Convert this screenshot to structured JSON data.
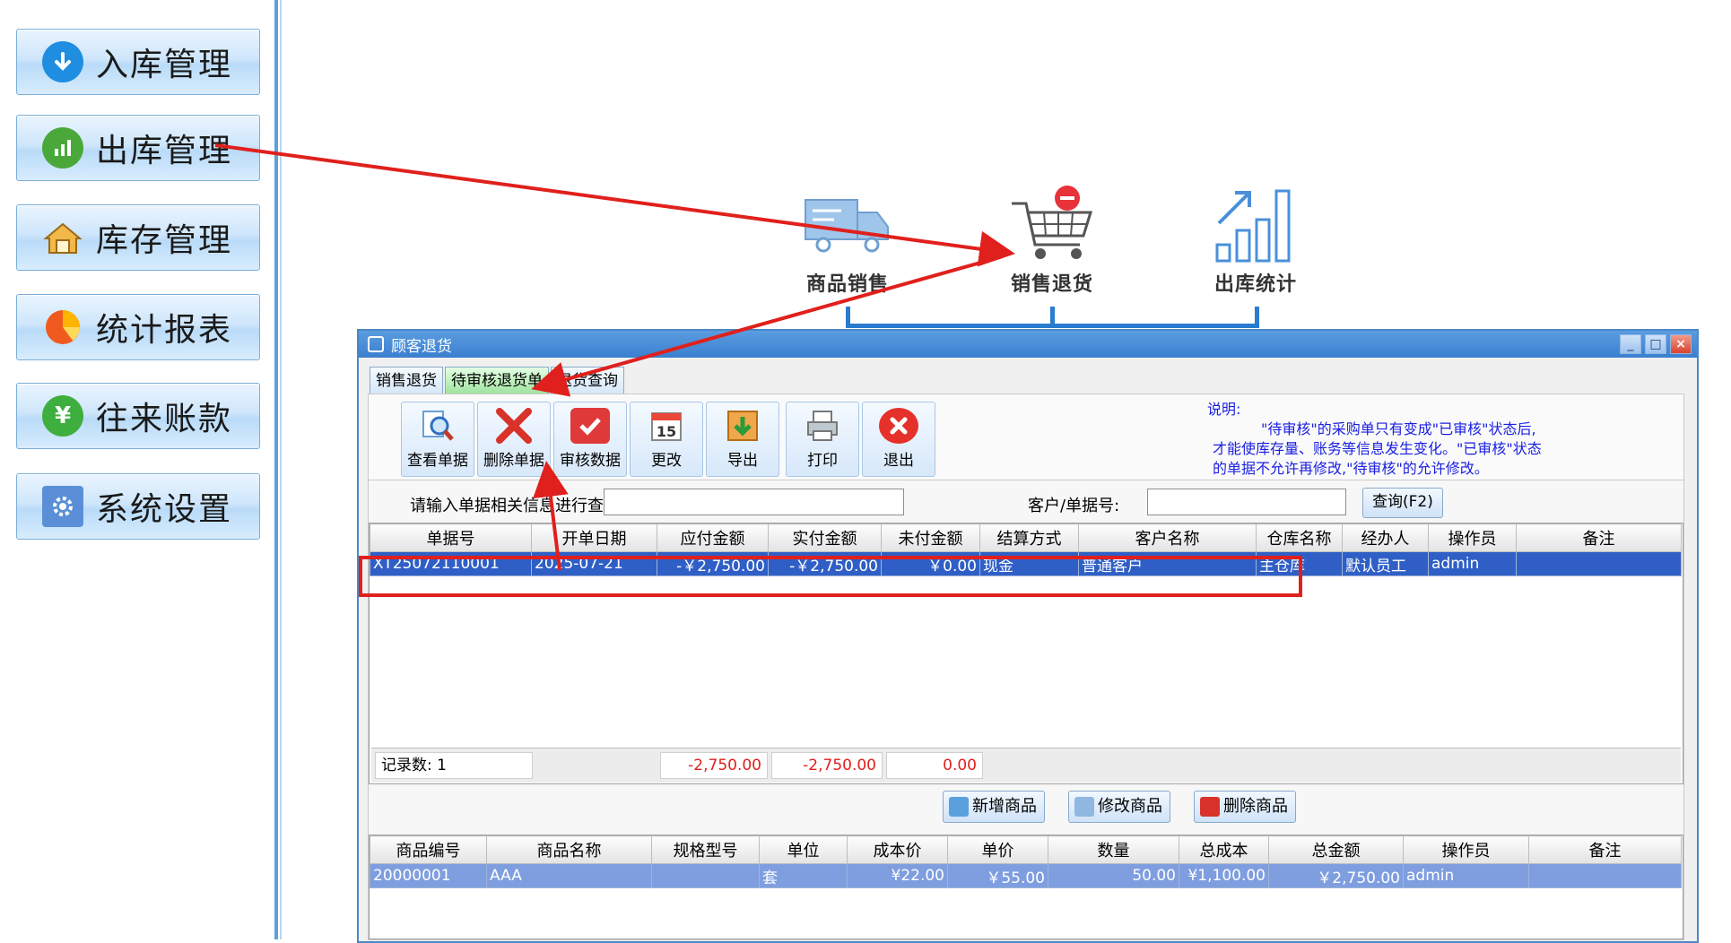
{
  "sidebar": {
    "items": [
      {
        "label": "入库管理",
        "icon": "arrow-down-icon",
        "color": "#1f8ee0"
      },
      {
        "label": "出库管理",
        "icon": "bar-chart-icon",
        "color": "#4aa83a"
      },
      {
        "label": "库存管理",
        "icon": "warehouse-icon",
        "color": "#e89a2a"
      },
      {
        "label": "统计报表",
        "icon": "pie-chart-icon",
        "color": "#f07a18"
      },
      {
        "label": "往来账款",
        "icon": "yen-icon",
        "color": "#3eae3e"
      },
      {
        "label": "系统设置",
        "icon": "gear-icon",
        "color": "#5a8fd8"
      }
    ]
  },
  "flow": {
    "items": [
      {
        "label": "商品销售",
        "icon": "truck-icon"
      },
      {
        "label": "销售退货",
        "icon": "cart-return-icon"
      },
      {
        "label": "出库统计",
        "icon": "stats-icon"
      }
    ]
  },
  "window": {
    "title": "顾客退货",
    "tabs": [
      "销售退货",
      "待审核退货单",
      "退货查询"
    ],
    "toolbar": [
      {
        "label": "查看单据",
        "icon": "magnifier-icon"
      },
      {
        "label": "删除单据",
        "icon": "delete-x-icon"
      },
      {
        "label": "审核数据",
        "icon": "check-icon"
      },
      {
        "label": "更改",
        "icon": "calendar-icon"
      },
      {
        "label": "导出",
        "icon": "export-icon"
      },
      {
        "label": "打印",
        "icon": "printer-icon"
      },
      {
        "label": "退出",
        "icon": "exit-icon"
      }
    ],
    "notes": {
      "title": "说明:",
      "line1": "\"待审核\"的采购单只有变成\"已审核\"状态后,",
      "line2": "才能使库存量、账务等信息发生变化。\"已审核\"状态",
      "line3": "的单据不允许再修改,\"待审核\"的允许修改。"
    },
    "search": {
      "label": "请输入单据相关信息进行查询:",
      "value": "",
      "customer_label": "客户/单据号:",
      "customer_value": "",
      "query_button": "查询(F2)"
    },
    "orders": {
      "columns": [
        "单据号",
        "开单日期",
        "应付金额",
        "实付金额",
        "未付金额",
        "结算方式",
        "客户名称",
        "仓库名称",
        "经办人",
        "操作员",
        "备注"
      ],
      "rows": [
        [
          "XT25072110001",
          "2025-07-21",
          "-￥2,750.00",
          "-￥2,750.00",
          "￥0.00",
          "现金",
          "普通客户",
          "主仓库",
          "默认员工",
          "admin",
          ""
        ]
      ],
      "summary": {
        "count_label": "记录数: 1",
        "payable": "-2,750.00",
        "paid": "-2,750.00",
        "unpaid": "0.00"
      }
    },
    "item_buttons": [
      "新增商品",
      "修改商品",
      "删除商品"
    ],
    "items": {
      "columns": [
        "商品编号",
        "商品名称",
        "规格型号",
        "单位",
        "成本价",
        "单价",
        "数量",
        "总成本",
        "总金额",
        "操作员",
        "备注"
      ],
      "rows": [
        [
          "20000001",
          "AAA",
          "",
          "套",
          "¥22.00",
          "￥55.00",
          "50.00",
          "¥1,100.00",
          "￥2,750.00",
          "admin",
          ""
        ]
      ]
    }
  }
}
